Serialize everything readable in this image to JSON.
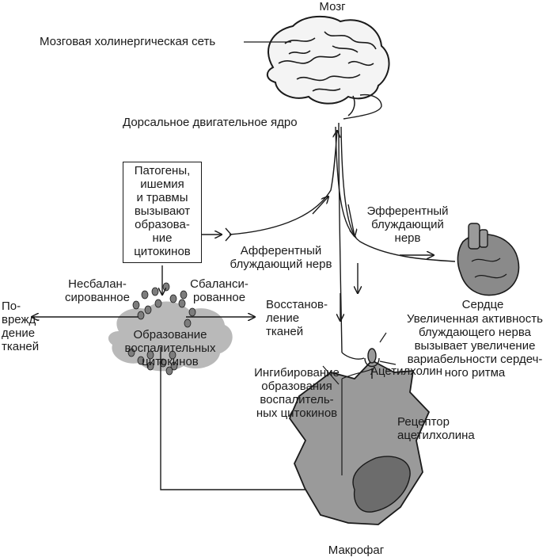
{
  "labels": {
    "brain": "Мозг",
    "cholinergic_network": "Мозговая холинергическая сеть",
    "dorsal_nucleus": "Дорсальное двигательное ядро",
    "cause_box": "Патогены,\nишемия\nи травмы\nвызывают\nобразова-\nние\nцитокинов",
    "afferent_nerve": "Афферентный\nблуждающий нерв",
    "efferent_nerve": "Эфферентный\nблуждающий\nнерв",
    "heart": "Сердце",
    "heart_desc": "Увеличенная активность\nблуждающего нерва\nвызывает увеличение\nвариабельности сердеч-\nного ритма",
    "unbalanced": "Несбалан-\nсированное",
    "balanced": "Сбаланси-\nрованное",
    "tissue_damage": "По-\nврежд-\nдение\nтканей",
    "tissue_repair": "Восстанов-\nление\nтканей",
    "cytokine_formation": "Образование воспалительных\nцитокинов",
    "inhibition": "Ингибирование\nобразования\nвоспалитель-\nных цитокинов",
    "acetylcholine": "Ацетилхолин",
    "receptor": "Рецептор\nацетилхолина",
    "macrophage": "Макрофаг"
  },
  "colors": {
    "ink": "#1a1a1a",
    "cloud_fill": "#b9b9b9",
    "macrophage_fill": "#9a9a9a",
    "nucleus_fill": "#6c6c6c",
    "heart_fill": "#8a8a8a"
  },
  "icons": [
    "brain-icon",
    "heart-icon",
    "macrophage-icon",
    "cytokine-cloud-icon",
    "acetylcholine-receptor-icon"
  ]
}
